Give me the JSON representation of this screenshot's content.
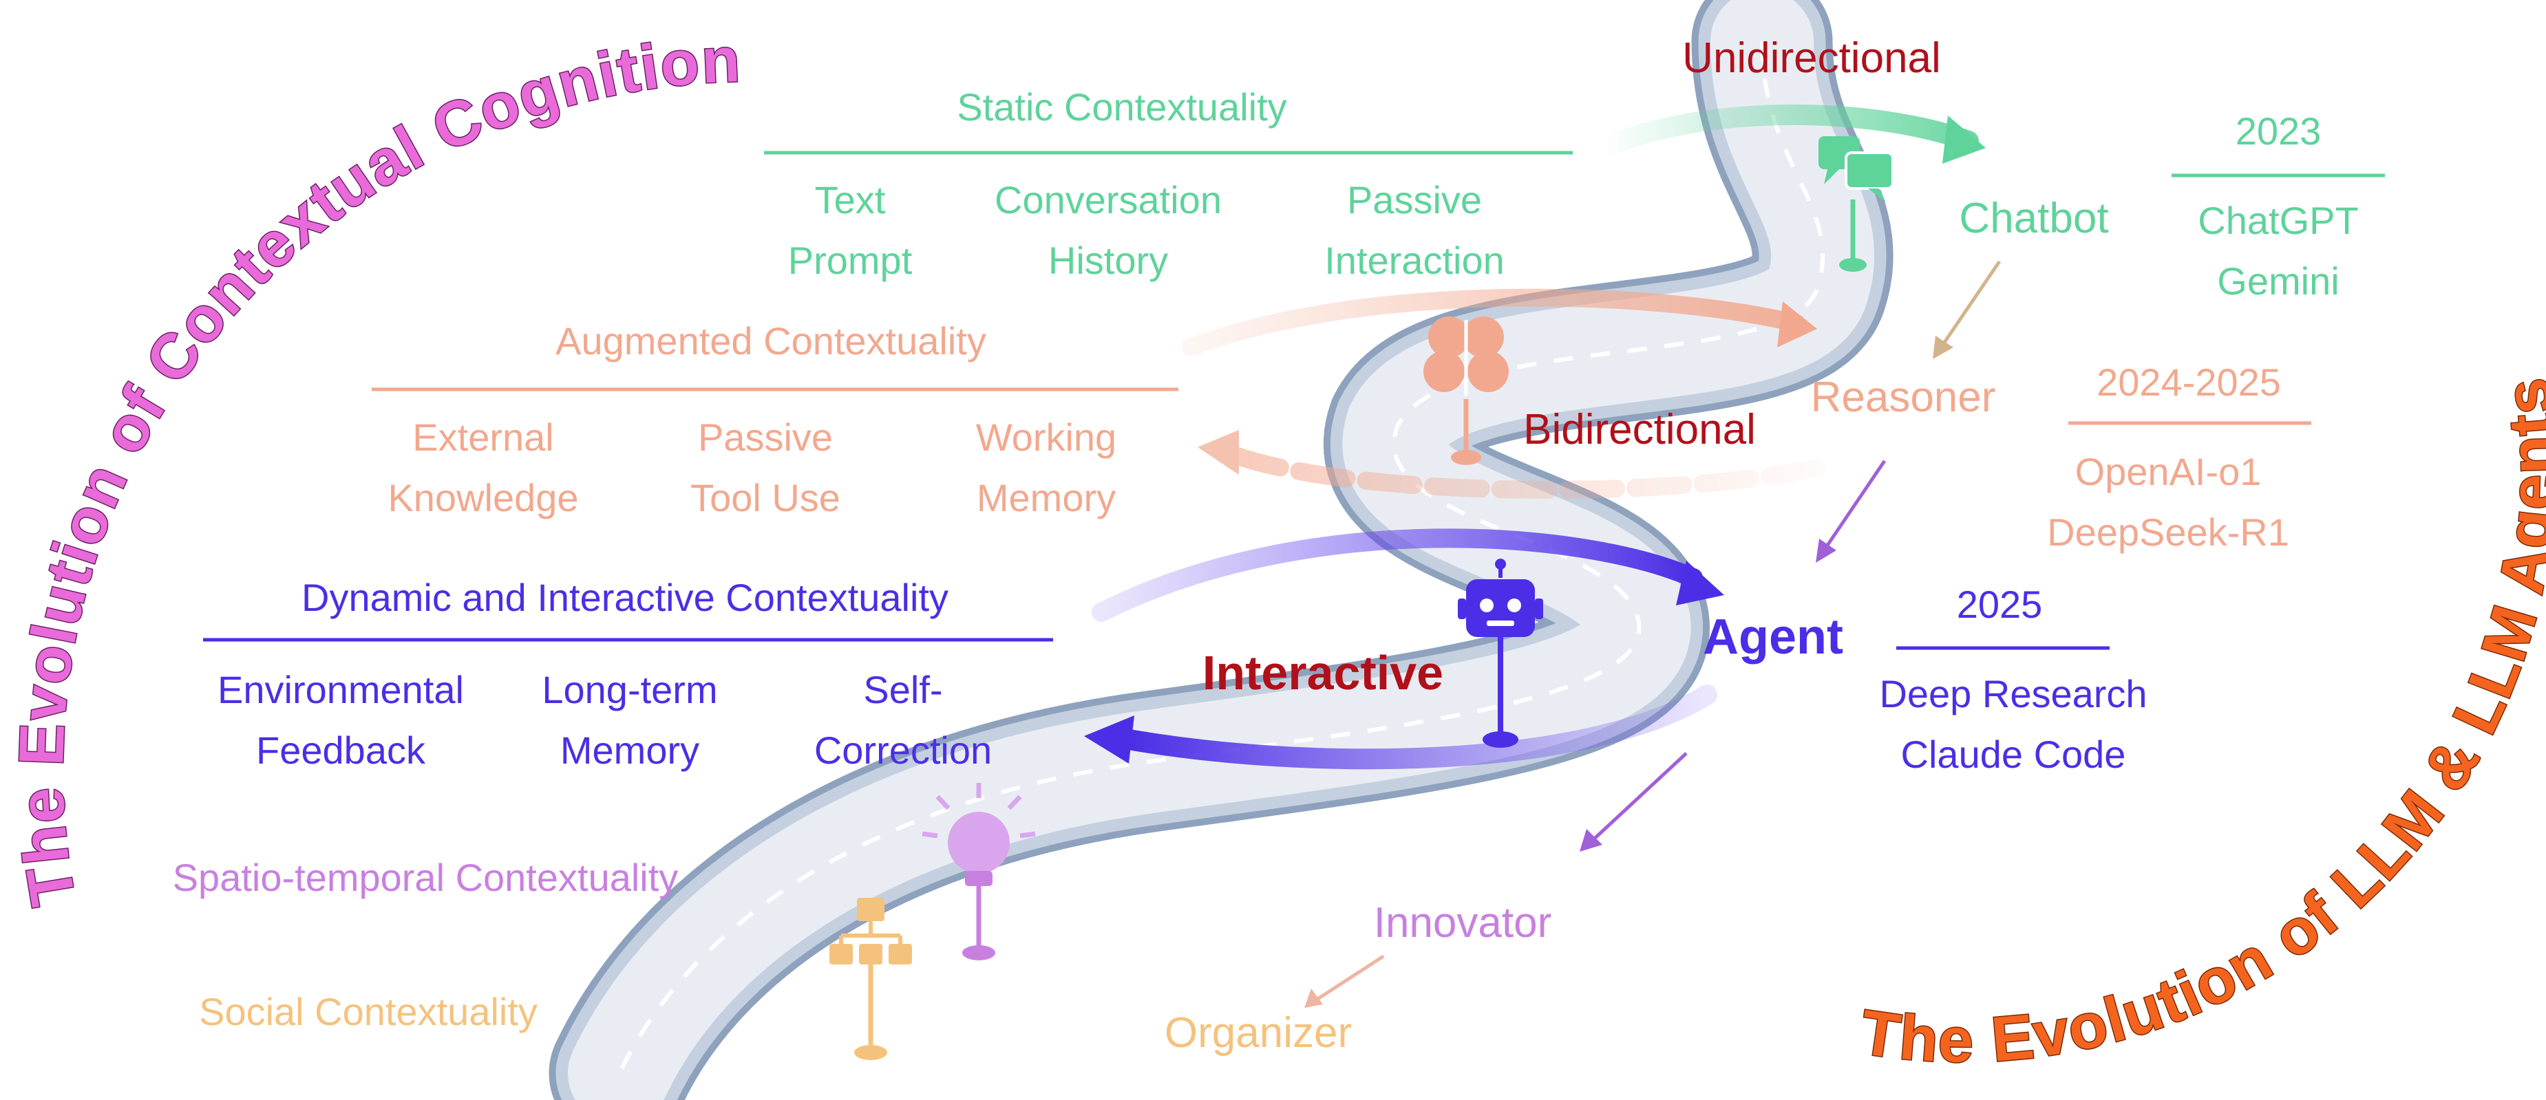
{
  "arc_titles": {
    "left": "The Evolution of Contextual Cognition",
    "right": "The Evolution of LLM & LLM Agents"
  },
  "colors": {
    "green": "#5ed39a",
    "salmon": "#f2a88e",
    "blue": "#4b2ee6",
    "violet": "#c880e0",
    "orange": "#f5c27d",
    "dark_red": "#b0101a",
    "magenta": "#d73cc3",
    "arc_orange": "#f5641f"
  },
  "levels": [
    {
      "key": "static",
      "title": "Static Contextuality",
      "items": [
        [
          "Text",
          "Prompt"
        ],
        [
          "Conversation",
          "History"
        ],
        [
          "Passive",
          "Interaction"
        ]
      ]
    },
    {
      "key": "augmented",
      "title": "Augmented Contextuality",
      "items": [
        [
          "External",
          "Knowledge"
        ],
        [
          "Passive",
          "Tool Use"
        ],
        [
          "Working",
          "Memory"
        ]
      ]
    },
    {
      "key": "dynamic",
      "title": "Dynamic and Interactive Contextuality",
      "items": [
        [
          "Environmental",
          "Feedback"
        ],
        [
          "Long-term",
          "Memory"
        ],
        [
          "Self-",
          "Correction"
        ]
      ]
    },
    {
      "key": "spatio",
      "title": "Spatio-temporal Contextuality"
    },
    {
      "key": "social",
      "title": "Social Contextuality"
    }
  ],
  "interaction_modes": {
    "unidirectional": "Unidirectional",
    "bidirectional": "Bidirectional",
    "interactive": "Interactive"
  },
  "stages": {
    "chatbot": "Chatbot",
    "reasoner": "Reasoner",
    "agent": "Agent",
    "innovator": "Innovator",
    "organizer": "Organizer"
  },
  "timeline": [
    {
      "year": "2023",
      "models": [
        "ChatGPT",
        "Gemini"
      ]
    },
    {
      "year": "2024-2025",
      "models": [
        "OpenAI-o1",
        "DeepSeek-R1"
      ]
    },
    {
      "year": "2025",
      "models": [
        "Deep Research",
        "Claude Code"
      ]
    }
  ],
  "icons": [
    "chat-bubbles-icon",
    "brain-icon",
    "robot-icon",
    "lightbulb-icon",
    "hierarchy-icon"
  ]
}
